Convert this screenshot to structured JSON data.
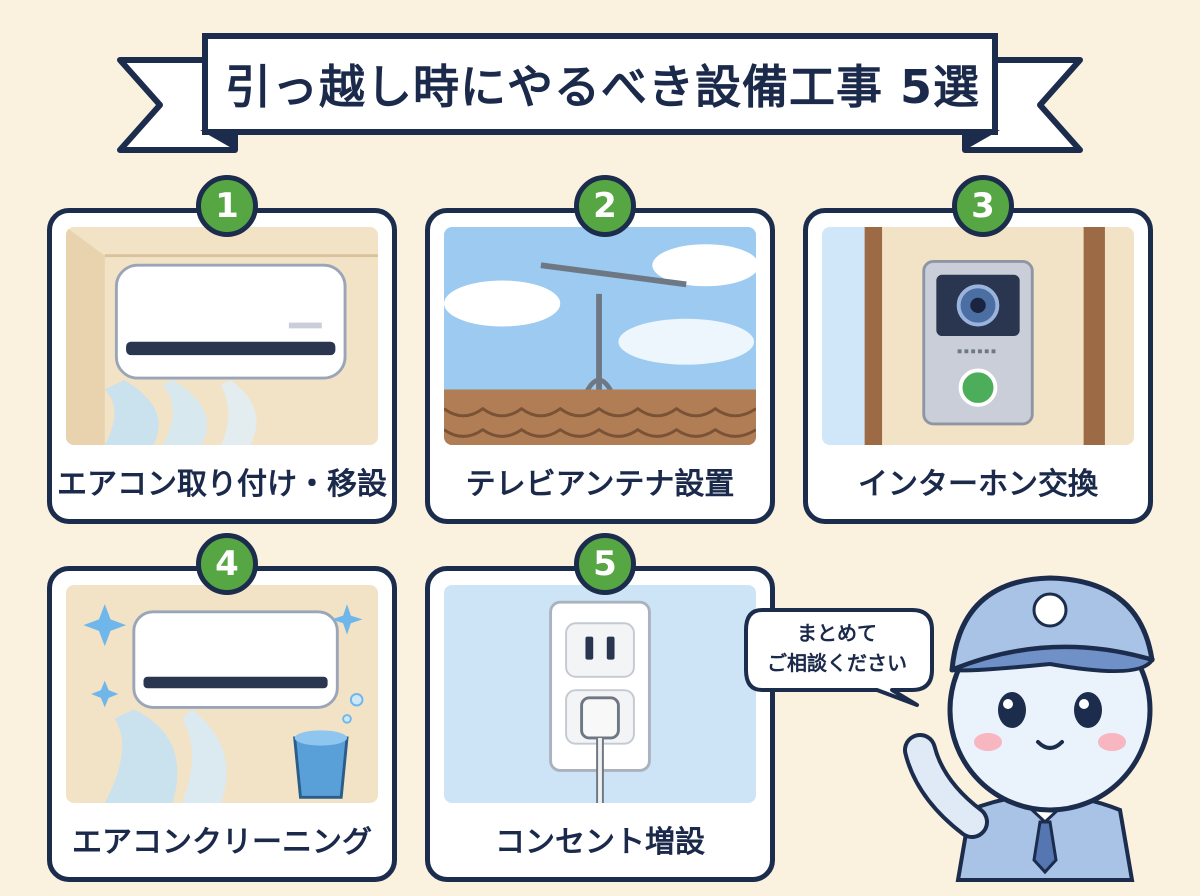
{
  "title": "引っ越し時にやるべき設備工事 5選",
  "items": [
    {
      "number": "1",
      "label": "エアコン取り付け・移設",
      "icon": "air-conditioner"
    },
    {
      "number": "2",
      "label": "テレビアンテナ設置",
      "icon": "tv-antenna"
    },
    {
      "number": "3",
      "label": "インターホン交換",
      "icon": "intercom"
    },
    {
      "number": "4",
      "label": "エアコンクリーニング",
      "icon": "air-conditioner-cleaning"
    },
    {
      "number": "5",
      "label": "コンセント増設",
      "icon": "power-outlet"
    }
  ],
  "mascot": {
    "speech_line1": "まとめて",
    "speech_line2": "ご相談ください"
  },
  "colors": {
    "background": "#faf1de",
    "navy": "#1c2c4c",
    "badge_green": "#56a743"
  }
}
